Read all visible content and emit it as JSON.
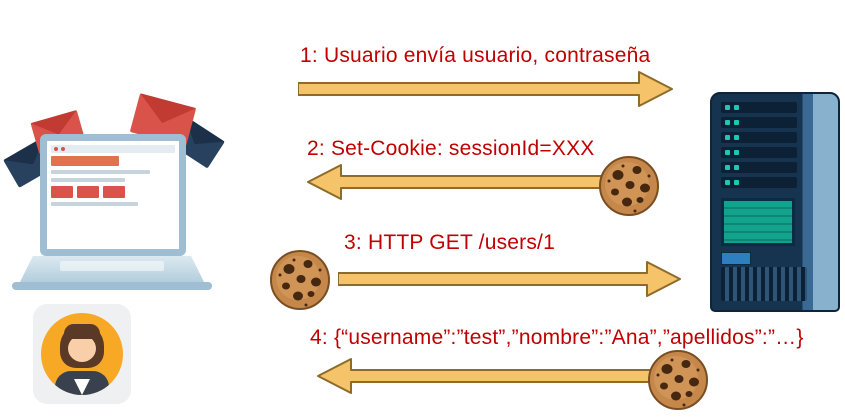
{
  "colors": {
    "message_text": "#C00000",
    "arrow_fill": "#F4C36A",
    "arrow_stroke": "#8F6B2A",
    "cookie_base": "#C6884A",
    "cookie_chip": "#45280F"
  },
  "diagram": {
    "type": "sequence",
    "client": {
      "icon": "laptop-with-mail-illustration"
    },
    "user": {
      "icon": "woman-avatar"
    },
    "server": {
      "icon": "server-tower-illustration"
    },
    "messages": [
      {
        "step": "1",
        "label": "1: Usuario envía usuario, contraseña",
        "direction": "client-to-server",
        "cookie": "none"
      },
      {
        "step": "2",
        "label": "2: Set-Cookie: sessionId=XXX",
        "direction": "server-to-client",
        "cookie": "right"
      },
      {
        "step": "3",
        "label": "3: HTTP GET /users/1",
        "direction": "client-to-server",
        "cookie": "left"
      },
      {
        "step": "4",
        "label": "4: {“username”:”test”,”nombre”:”Ana”,”apellidos”:”…}",
        "direction": "server-to-client",
        "cookie": "right"
      }
    ]
  }
}
